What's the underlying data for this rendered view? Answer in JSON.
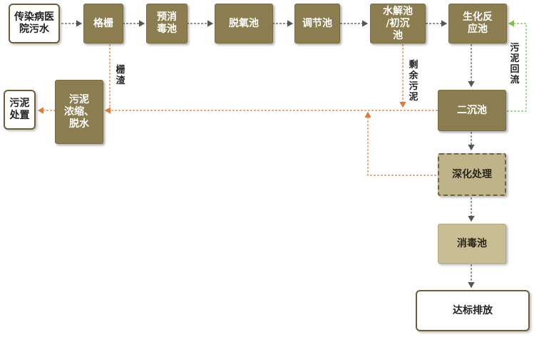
{
  "nodes": {
    "source": "传染病医\n院污水",
    "grille": "格栅",
    "predisinfect": "预消\n毒池",
    "deoxy": "脱氧池",
    "regulate": "调节池",
    "hydrolysis": "水解池\n/初沉\n池",
    "bioreactor": "生化反\n应池",
    "secondary": "二沉池",
    "advanced": "深化处理",
    "disinfect": "消毒池",
    "discharge": "达标排放",
    "thicken": "污泥\n浓缩、\n脱水",
    "sludge_disposal": "污泥\n处置"
  },
  "labels": {
    "screenings": "栅\n渣",
    "excess_sludge": "剩\n余\n污\n泥",
    "sludge_return": "污\n泥\n回\n流"
  },
  "colors": {
    "main_flow": "#555555",
    "sludge_flow": "#e07a3a",
    "return_flow": "#7cc24a"
  }
}
